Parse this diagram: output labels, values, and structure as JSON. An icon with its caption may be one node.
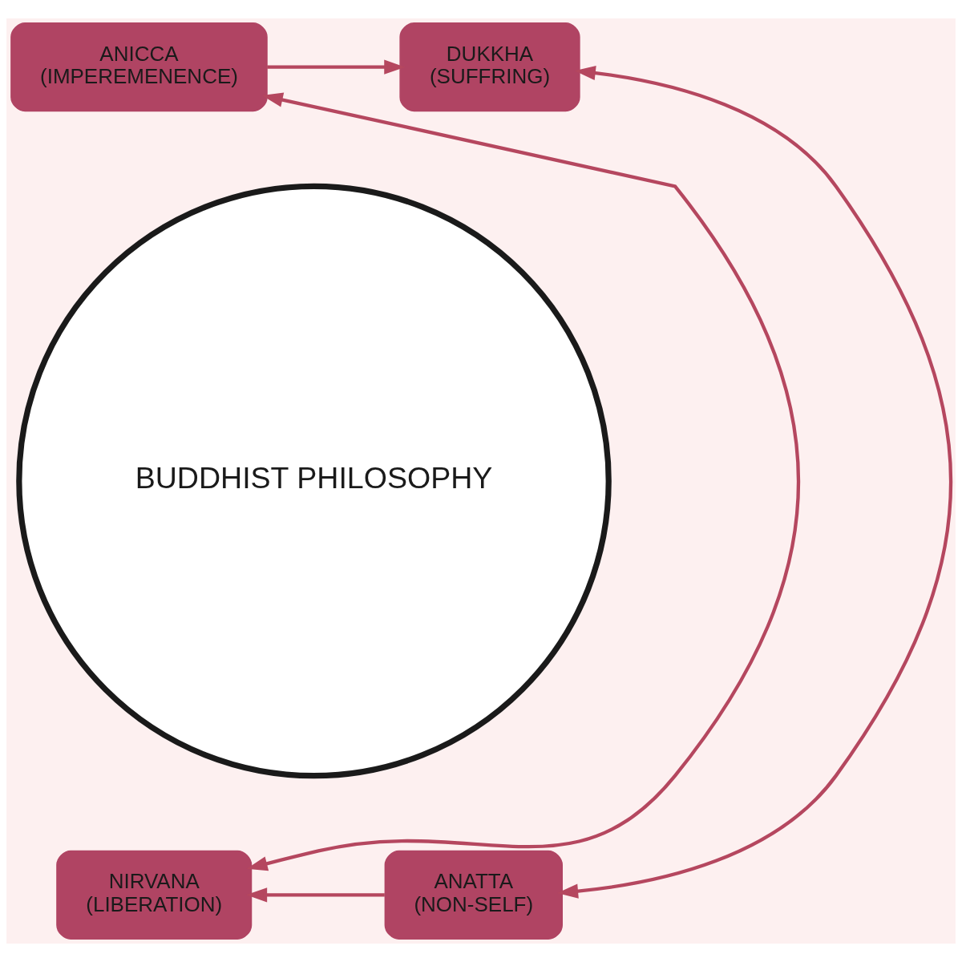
{
  "diagram": {
    "nodes": [
      {
        "text": [
          "ANICCA",
          "(IMPEREMENENCE)"
        ]
      },
      {
        "text": [
          "DUKKHA",
          "(SUFFRING)"
        ]
      },
      {
        "text": [
          "BUDDHIST PHILOSOPHY"
        ]
      },
      {
        "text": [
          "NIRVANA",
          "(LIBERATION)"
        ]
      },
      {
        "text": [
          "ANATTA",
          "(NON-SELF)"
        ]
      }
    ],
    "edges": [
      {
        "from": 0,
        "to": 1,
        "arrow": "to"
      },
      {
        "from": 1,
        "to": 4,
        "arrow": "both"
      },
      {
        "from": 4,
        "to": 3,
        "arrow": "to"
      },
      {
        "from": 3,
        "to": 0,
        "arrow": "both"
      }
    ]
  }
}
